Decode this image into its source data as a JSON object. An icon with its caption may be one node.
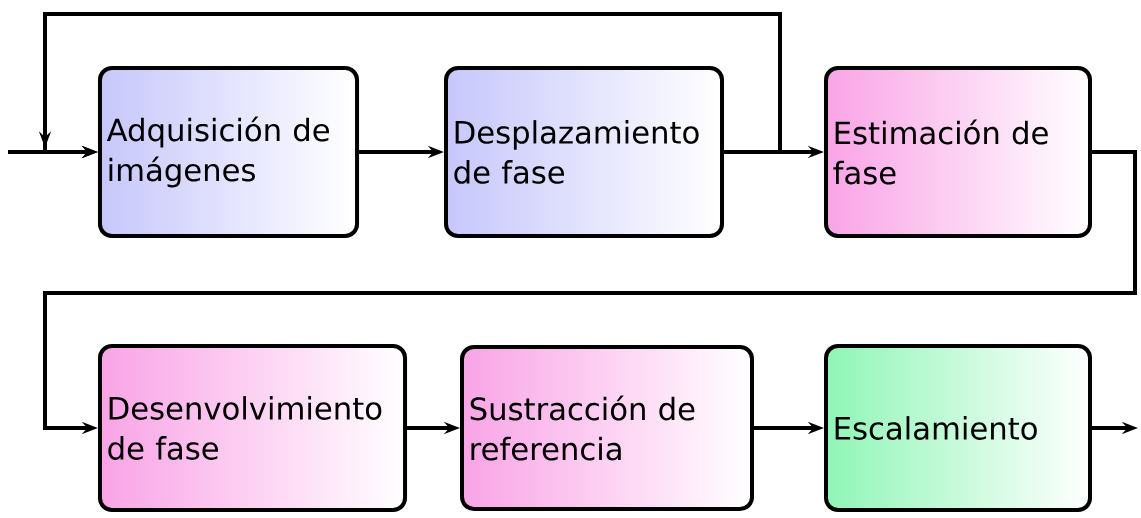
{
  "diagram": {
    "nodes": [
      {
        "text": [
          "Adquisición de imágenes"
        ]
      },
      {
        "text": [
          "Desplazamiento de fase"
        ]
      },
      {
        "text": [
          "Estimación de fase"
        ]
      },
      {
        "text": [
          "Desenvolvimiento de fase"
        ]
      },
      {
        "text": [
          "Sustracción de referencia"
        ]
      },
      {
        "text": [
          "Escalamiento"
        ]
      }
    ],
    "edges": [
      {
        "from": null,
        "to": 0,
        "arrow": "to"
      },
      {
        "from": 0,
        "to": 1,
        "arrow": "to"
      },
      {
        "from": 1,
        "to": 2,
        "arrow": "to"
      },
      {
        "from": 1,
        "to": 0,
        "arrow": "to"
      },
      {
        "from": 2,
        "to": 3,
        "arrow": "to"
      },
      {
        "from": 3,
        "to": 4,
        "arrow": "to"
      },
      {
        "from": 4,
        "to": 5,
        "arrow": "to"
      },
      {
        "from": 5,
        "to": null,
        "arrow": "to"
      }
    ]
  }
}
